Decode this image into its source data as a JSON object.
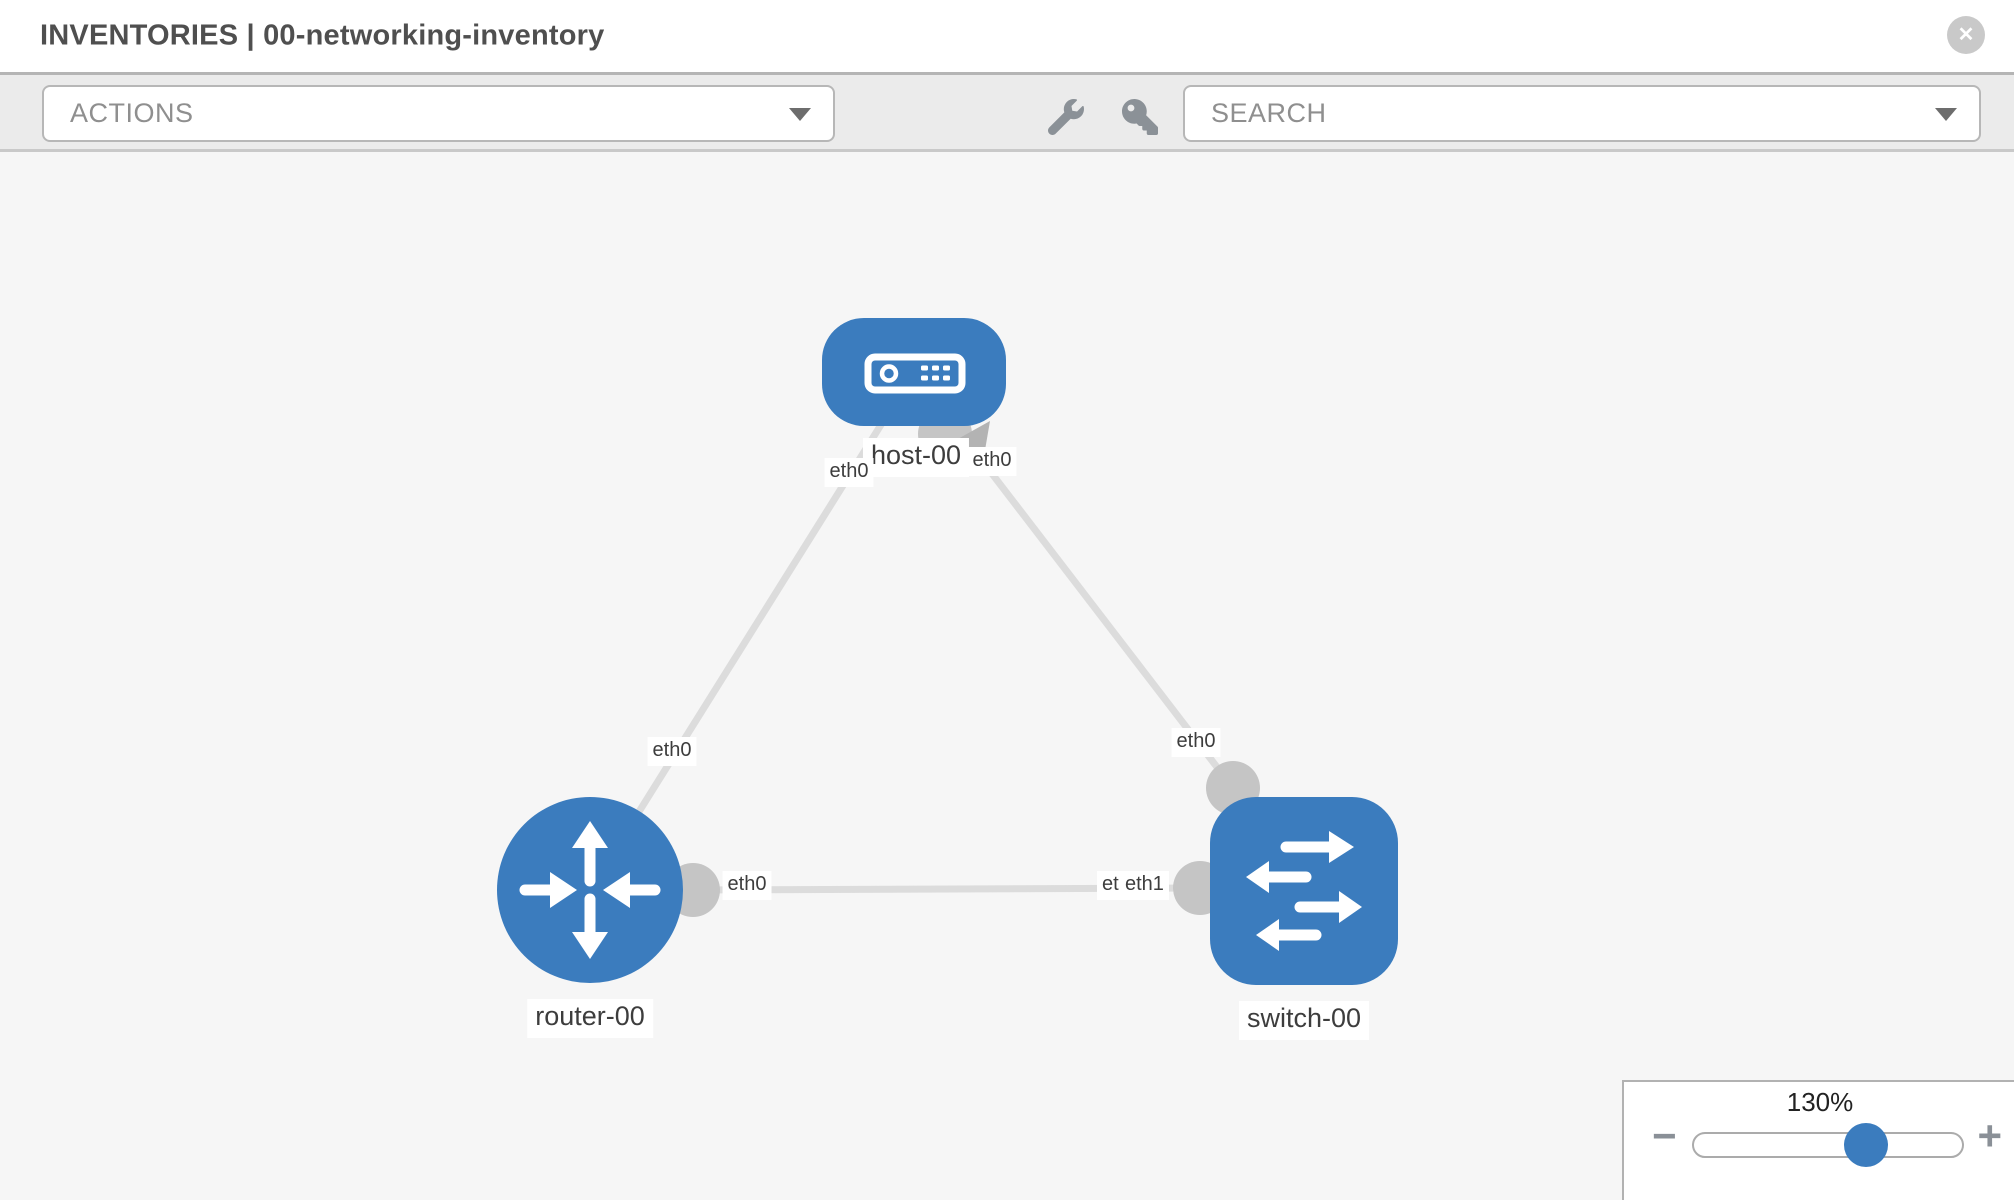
{
  "header": {
    "title": "INVENTORIES | 00-networking-inventory",
    "close_icon": "✕"
  },
  "toolbar": {
    "actions_label": "ACTIONS",
    "search_label": "SEARCH",
    "wrench_icon": "wrench",
    "key_icon": "key"
  },
  "topology": {
    "nodes": [
      {
        "id": "host-00",
        "type": "host",
        "label": "host-00"
      },
      {
        "id": "router-00",
        "type": "router",
        "label": "router-00"
      },
      {
        "id": "switch-00",
        "type": "switch",
        "label": "switch-00"
      }
    ],
    "links": [
      {
        "source": "host-00",
        "source_interface": "eth0",
        "target": "router-00",
        "target_interface": "eth0"
      },
      {
        "source": "host-00",
        "source_interface": "eth0",
        "target": "switch-00",
        "target_interface": "eth0"
      },
      {
        "source": "router-00",
        "source_interface": "eth0",
        "target": "switch-00",
        "target_interface": "eth1"
      }
    ],
    "interface_labels": {
      "switch_mid_under": "eth0"
    }
  },
  "zoom_control": {
    "level": "130%",
    "minus_icon": "−",
    "plus_icon": "+"
  },
  "colors": {
    "node_blue": "#3b7cbe",
    "link_gray": "#dcdcdc",
    "port_gray": "#c5c5c5",
    "toolbar_bg": "#ebebeb",
    "canvas_bg": "#f6f6f6",
    "header_bg": "#ffffff"
  }
}
